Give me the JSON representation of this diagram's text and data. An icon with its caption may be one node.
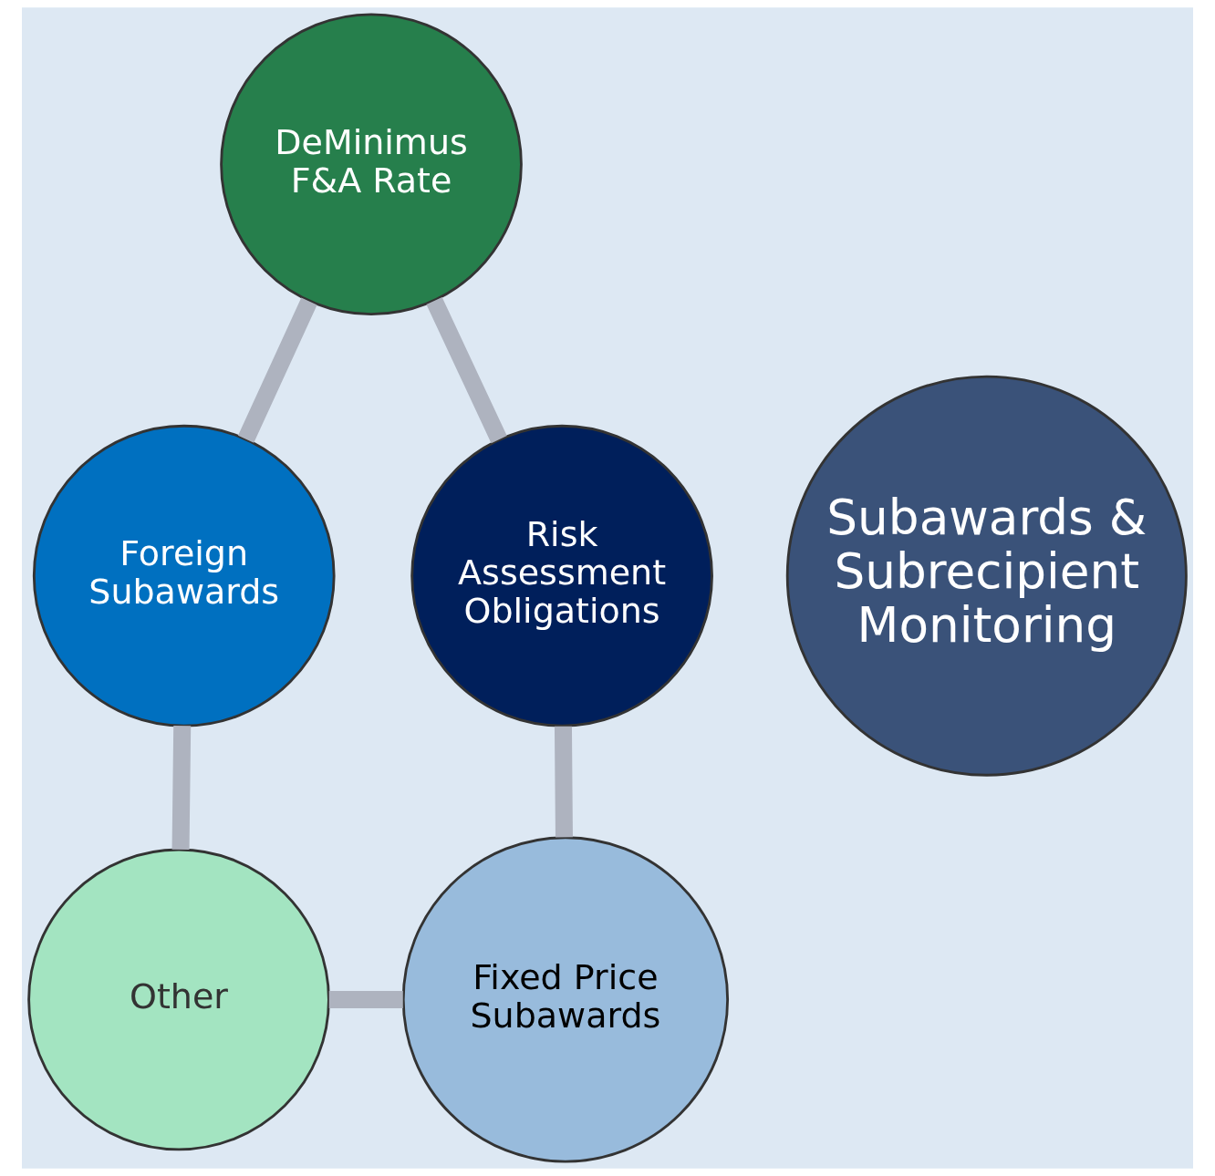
{
  "diagram": {
    "nodes": [
      {
        "text": [
          "Subawards & Subrecipient Monitoring"
        ]
      },
      {
        "text": [
          "DeMinimus F&A Rate"
        ]
      },
      {
        "text": [
          "Foreign Subawards"
        ]
      },
      {
        "text": [
          "Other"
        ]
      },
      {
        "text": [
          "Fixed Price Subawards"
        ]
      },
      {
        "text": [
          "Risk Assessment Obligations"
        ]
      }
    ],
    "edges": [
      {
        "from": 1,
        "to": 2,
        "arrow": "none"
      },
      {
        "from": 2,
        "to": 3,
        "arrow": "none"
      },
      {
        "from": 3,
        "to": 4,
        "arrow": "none"
      },
      {
        "from": 4,
        "to": 5,
        "arrow": "none"
      },
      {
        "from": 5,
        "to": 1,
        "arrow": "none"
      }
    ]
  }
}
